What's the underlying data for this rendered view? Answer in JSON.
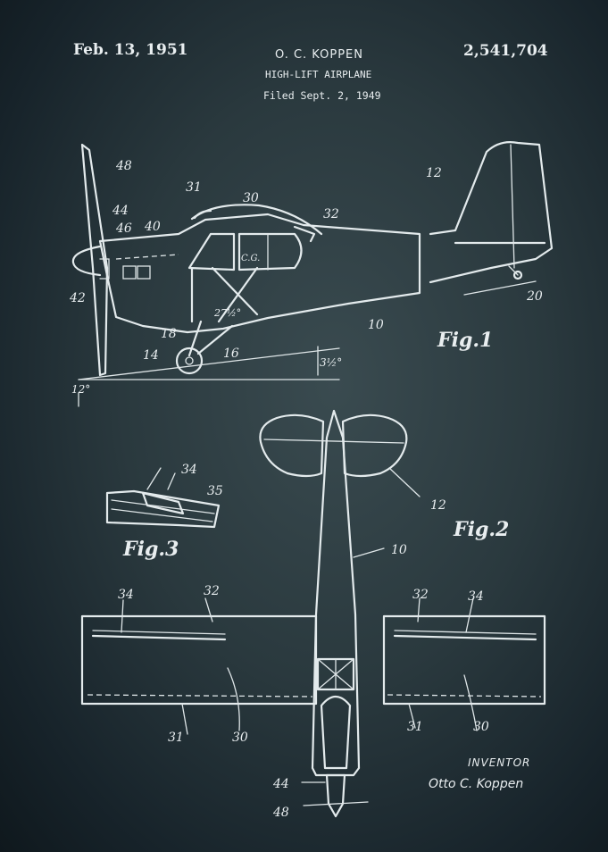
{
  "header": {
    "date": "Feb. 13, 1951",
    "inventor_name": "O. C. KOPPEN",
    "patent_number": "2,541,704",
    "title": "HIGH-LIFT AIRPLANE",
    "filed": "Filed Sept. 2, 1949"
  },
  "figures": {
    "fig1": "Fig.1",
    "fig2": "Fig.2",
    "fig3": "Fig.3"
  },
  "fig1_labels": {
    "propeller": "48",
    "tail": "12",
    "n31": "31",
    "n30": "30",
    "n32": "32",
    "n44": "44",
    "n46": "46",
    "n40": "40",
    "n42": "42",
    "cg": "C.G.",
    "n27": "27½°",
    "n18": "18",
    "n10": "10",
    "n20": "20",
    "n14": "14",
    "n16": "16",
    "angle_ground": "3½°",
    "angle_left": "12°"
  },
  "fig2_labels": {
    "tail": "12",
    "fuselage": "10",
    "left_34": "34",
    "left_32": "32",
    "left_30": "30",
    "left_31": "31",
    "right_32": "32",
    "right_34": "34",
    "right_30": "30",
    "right_31": "31",
    "n44": "44",
    "n48": "48"
  },
  "fig3_labels": {
    "n34": "34",
    "n35": "35"
  },
  "signature": {
    "caption": "INVENTOR",
    "name": "Otto C. Koppen"
  }
}
